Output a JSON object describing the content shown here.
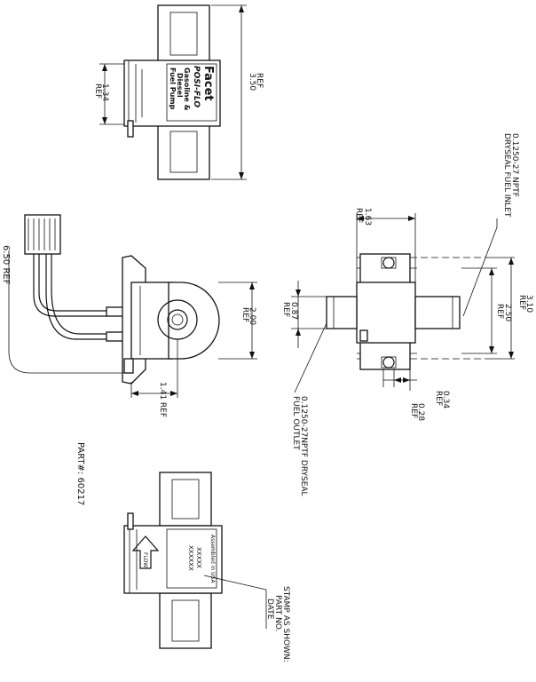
{
  "dimensions": {
    "d_350": "3.50",
    "d_134": "1.34",
    "d_650": "6.50 REF",
    "d_200": "2.00",
    "d_141": "1.41 REF",
    "d_087": "0.87",
    "d_163": "1.63",
    "d_310": "3.10",
    "d_250": "2.50",
    "d_034": "0.34",
    "d_028": "0.28",
    "ref": "REF"
  },
  "callouts": {
    "inlet_line1": "0.1250-27 NPTF",
    "inlet_line2": "DRYSEAL FUEL INLET",
    "outlet_line1": "0.1250-27NPTF DRYSEAL",
    "outlet_line2": "FUEL OUTLET",
    "stamp_line1": "STAMP AS SHOWN:",
    "stamp_line2": "PART NO.",
    "stamp_line3": "DATE"
  },
  "label_text": {
    "brand": "Facet",
    "model": "POSI-FLO",
    "line1": "Gasoline &",
    "line2": "Diesel",
    "line3": "Fuel Pump"
  },
  "stamp_text": {
    "line1": "Assembled in USA",
    "line2": "XXXXX",
    "line3": "XXXXXX"
  },
  "arrow_label": "FLOW",
  "part_number": "PART#: 60217"
}
